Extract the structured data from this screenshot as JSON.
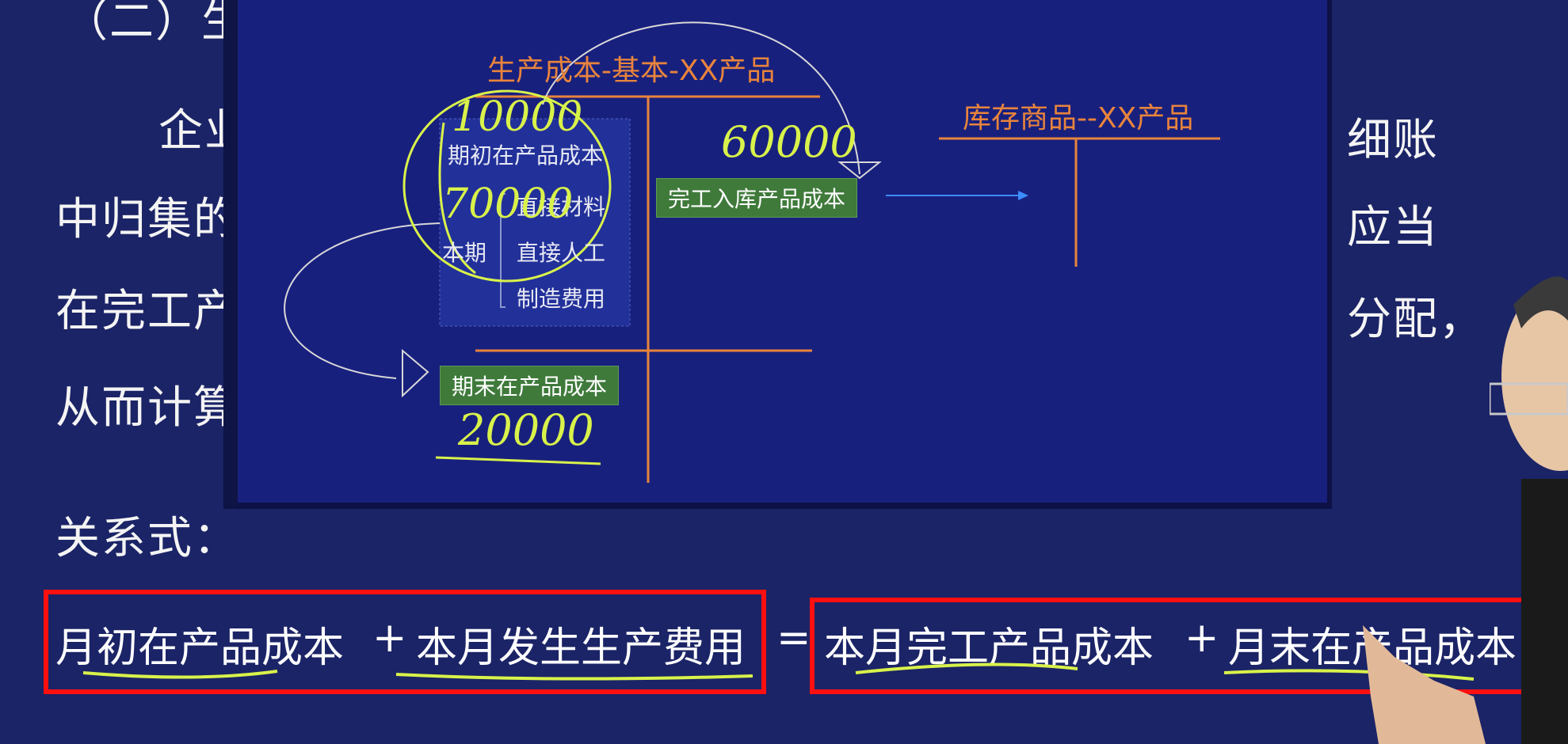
{
  "background": {
    "header_partial": "（二）生",
    "lines_left": [
      "企业",
      "中归集的",
      "在完工产",
      "从而计算"
    ],
    "lines_right": [
      "细账",
      "应当",
      "分配，"
    ],
    "relation_label": "关系式："
  },
  "diagram": {
    "left_account_title": "生产成本-基本-XX产品",
    "right_account_title": "库存商品--XX产品",
    "opening_box_label": "期初在产品成本",
    "current_period_label": "本期",
    "current_items": [
      "直接材料",
      "直接人工",
      "制造费用"
    ],
    "completed_box_label": "完工入库产品成本",
    "ending_box_label": "期末在产品成本",
    "handwritten": {
      "opening_value": "10000",
      "current_value": "70000",
      "completed_value": "60000",
      "ending_value": "20000"
    }
  },
  "formula": {
    "left_term_1": "月初在产品成本",
    "plus_1": "+",
    "left_term_2": "本月发生生产费用",
    "equals": "=",
    "right_term_1": "本月完工产品成本",
    "plus_2": "+",
    "right_term_2": "月末在产品成本"
  },
  "colors": {
    "background": "#1b2466",
    "panel": "#18207e",
    "account_title": "#e8843c",
    "green_box": "#3f7a3b",
    "highlight_box": "#ff1010",
    "handwriting": "#d9f24a"
  }
}
